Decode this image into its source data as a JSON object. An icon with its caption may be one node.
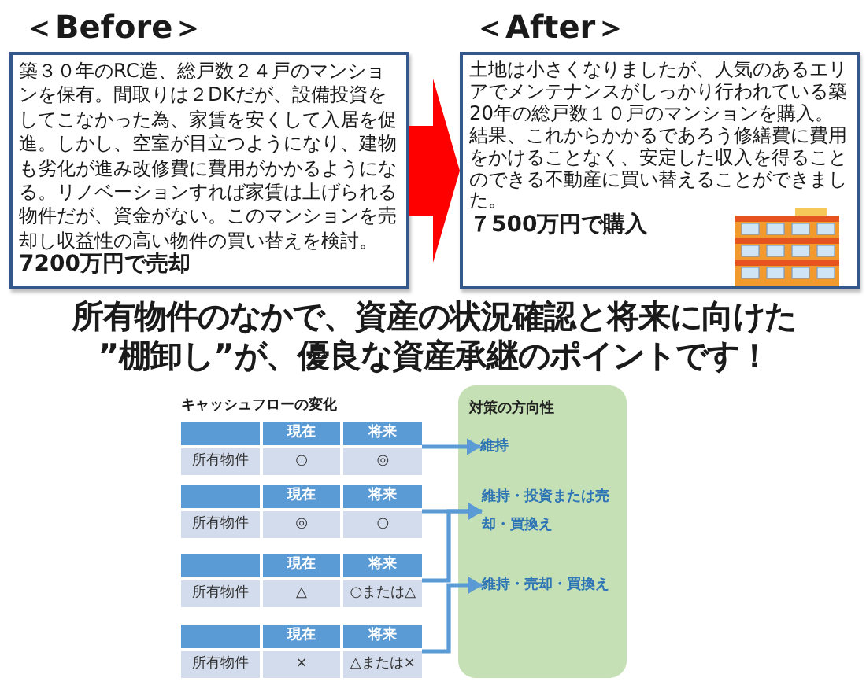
{
  "diagram": {
    "caption": "所有物件のなかで、資産の状況確認と将来に向けた”棚卸し”が、優良な資産承継のポイントです！",
    "nodes": [
      {
        "text": [
          "＜Before＞",
          "築３０年のRC造、総戸数２４戸のマンションを保有。間取りは２DKだが、設備投資をしてこなかった為、家賃を安くして入居を促進。しかし、空室が目立つようになり、建物も劣化が進み改修費に費用がかかるようになる。リノベーションすれば家賃は上げられる物件だが、資金がない。このマンションを売却し収益性の高い物件の買い替えを検討。**7200万円で売却**"
        ]
      },
      {
        "text": [
          "＜After＞",
          "土地は小さくなりましたが、人気のあるエリアでメンテナンスがしっかり行われている築20年の総戸数１０戸のマンションを購入。結果、これからかかるであろう修繕費に費用をかけることなく、安定した収入を得ることのできる不動産に買い替えることができました。",
          "７500万円で購入"
        ]
      },
      {
        "text": [
          "現在",
          "将来",
          "所有物件",
          "○",
          "◎"
        ]
      },
      {
        "text": [
          "現在",
          "将来",
          "所有物件",
          "◎",
          "○"
        ]
      },
      {
        "text": [
          "現在",
          "将来",
          "所有物件",
          "△",
          "○または△"
        ]
      },
      {
        "text": [
          "現在",
          "将来",
          "所有物件",
          "×",
          "△または×"
        ]
      },
      {
        "text": [
          "対策の方向性"
        ]
      },
      {
        "text": [
          "維持"
        ],
        "in": 6
      },
      {
        "text": [
          "維持・投資または売却・買換え"
        ],
        "in": 6
      },
      {
        "text": [
          "維持・売却・買換え"
        ],
        "in": 6
      }
    ],
    "edges": [
      {
        "from": 0,
        "to": 1,
        "arrow": "to",
        "style": "thick",
        "color": "#ff0000"
      },
      {
        "from": 2,
        "to": 7,
        "arrow": "to"
      },
      {
        "from": 3,
        "to": 8,
        "arrow": "to"
      },
      {
        "from": 4,
        "to": 8,
        "arrow": "to"
      },
      {
        "from": 5,
        "to": 9,
        "arrow": "to"
      }
    ],
    "labels": [
      "キャッシュフローの変化"
    ]
  }
}
